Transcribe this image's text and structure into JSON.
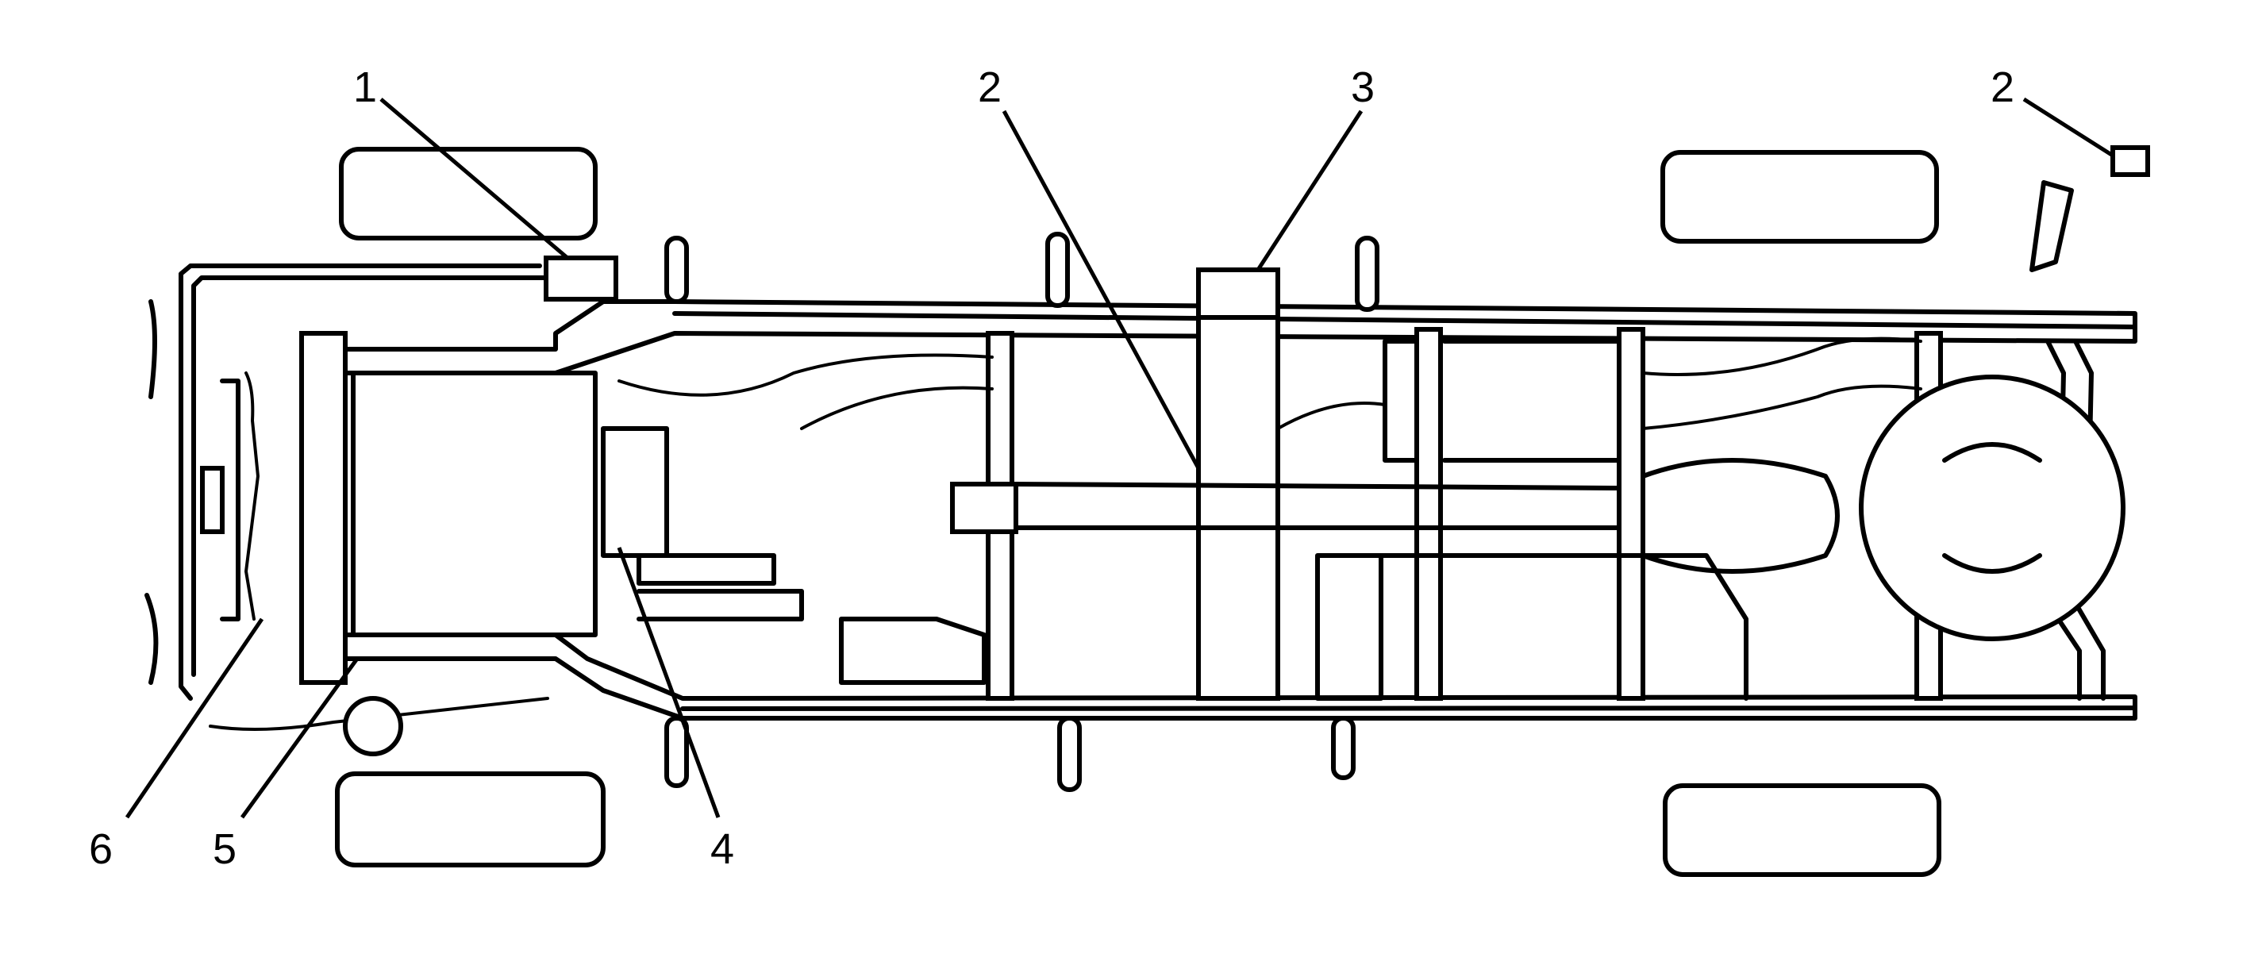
{
  "callouts": {
    "c1": "1",
    "c2a": "2",
    "c3": "3",
    "c2b": "2",
    "c4": "4",
    "c5": "5",
    "c6": "6"
  }
}
